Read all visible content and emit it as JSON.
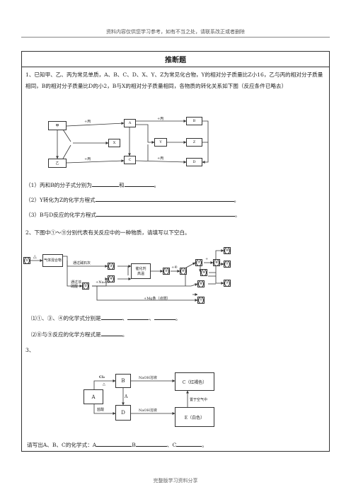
{
  "header": "资料内容仅供您学习参考，如有不当之处，请联系改正或者删除",
  "footer": "完整版学习资料分享",
  "title": "推断题",
  "q1": {
    "stem": "1、已知甲、乙、丙为常见单质，A、B、C、D、X、Y、Z为常见化合物，Y的相对分子质量比Z小16，乙与丙的相对分子质量相同，B的相对分子质量比D的小2，B与X的相对分子质量相同，各物质的转化关系如下图（反应条件已略去）",
    "nodes": {
      "jia": "甲",
      "yi": "乙",
      "A": "A",
      "X": "X",
      "C": "C",
      "Y": "Y",
      "B": "B",
      "Z": "Z",
      "D": "D"
    },
    "edges": {
      "e1": "+丙",
      "e2": "+丙",
      "e3": "+丙",
      "e4": "+丙"
    },
    "sub1_a": "（1）丙和B的分子式分别为",
    "sub1_b": "和",
    "sub1_c": "。",
    "sub2": "（2）Y转化为Z的化学方程式",
    "sub2_end": "。",
    "sub3": "（3）B与D反应的化学方程式",
    "sub3_end": "。"
  },
  "q2": {
    "stem": "2、下图中①～⑪分别代表有关反应中的一种物质，请填写以下空白。",
    "labels": {
      "gas_mix": "气体混合物",
      "delta": "△",
      "via_lime": "通过碱石灰",
      "via_conc": "通过浓硫酸",
      "na2o2": "+Na₂O₂",
      "catalyst": "催化剂",
      "hightemp": "高温",
      "plus4": "+④",
      "plus_mg": "+Mg条（点燃）",
      "arrow_plus": "+"
    },
    "nums": [
      "①",
      "②",
      "③",
      "④",
      "⑤",
      "⑥",
      "⑦",
      "⑧",
      "⑨",
      "⑩",
      "⑪"
    ],
    "sub1_a": "⑴①、③、④的化学式分别是",
    "sub1_sep": "、",
    "sub1_end": "。",
    "sub2_a": "⑵⑧与⑨反应的化学方程式是",
    "sub2_end": "。"
  },
  "q3": {
    "num": "3、",
    "nodes": {
      "A": "A",
      "B": "B",
      "C": "C（红褐色）",
      "D": "D",
      "E": "E（白色）"
    },
    "labels": {
      "cl2": "Cl₂",
      "delta": "△",
      "naoh1": "NaOH溶液",
      "naoh2": "NaOH溶液",
      "hcl": "盐酸",
      "a_mark": "A",
      "air": "置于空气中"
    },
    "ask_a": "请写出A、B、C的化学式：A",
    "ask_b": "B",
    "ask_c": "、C",
    "ask_end": "。"
  }
}
